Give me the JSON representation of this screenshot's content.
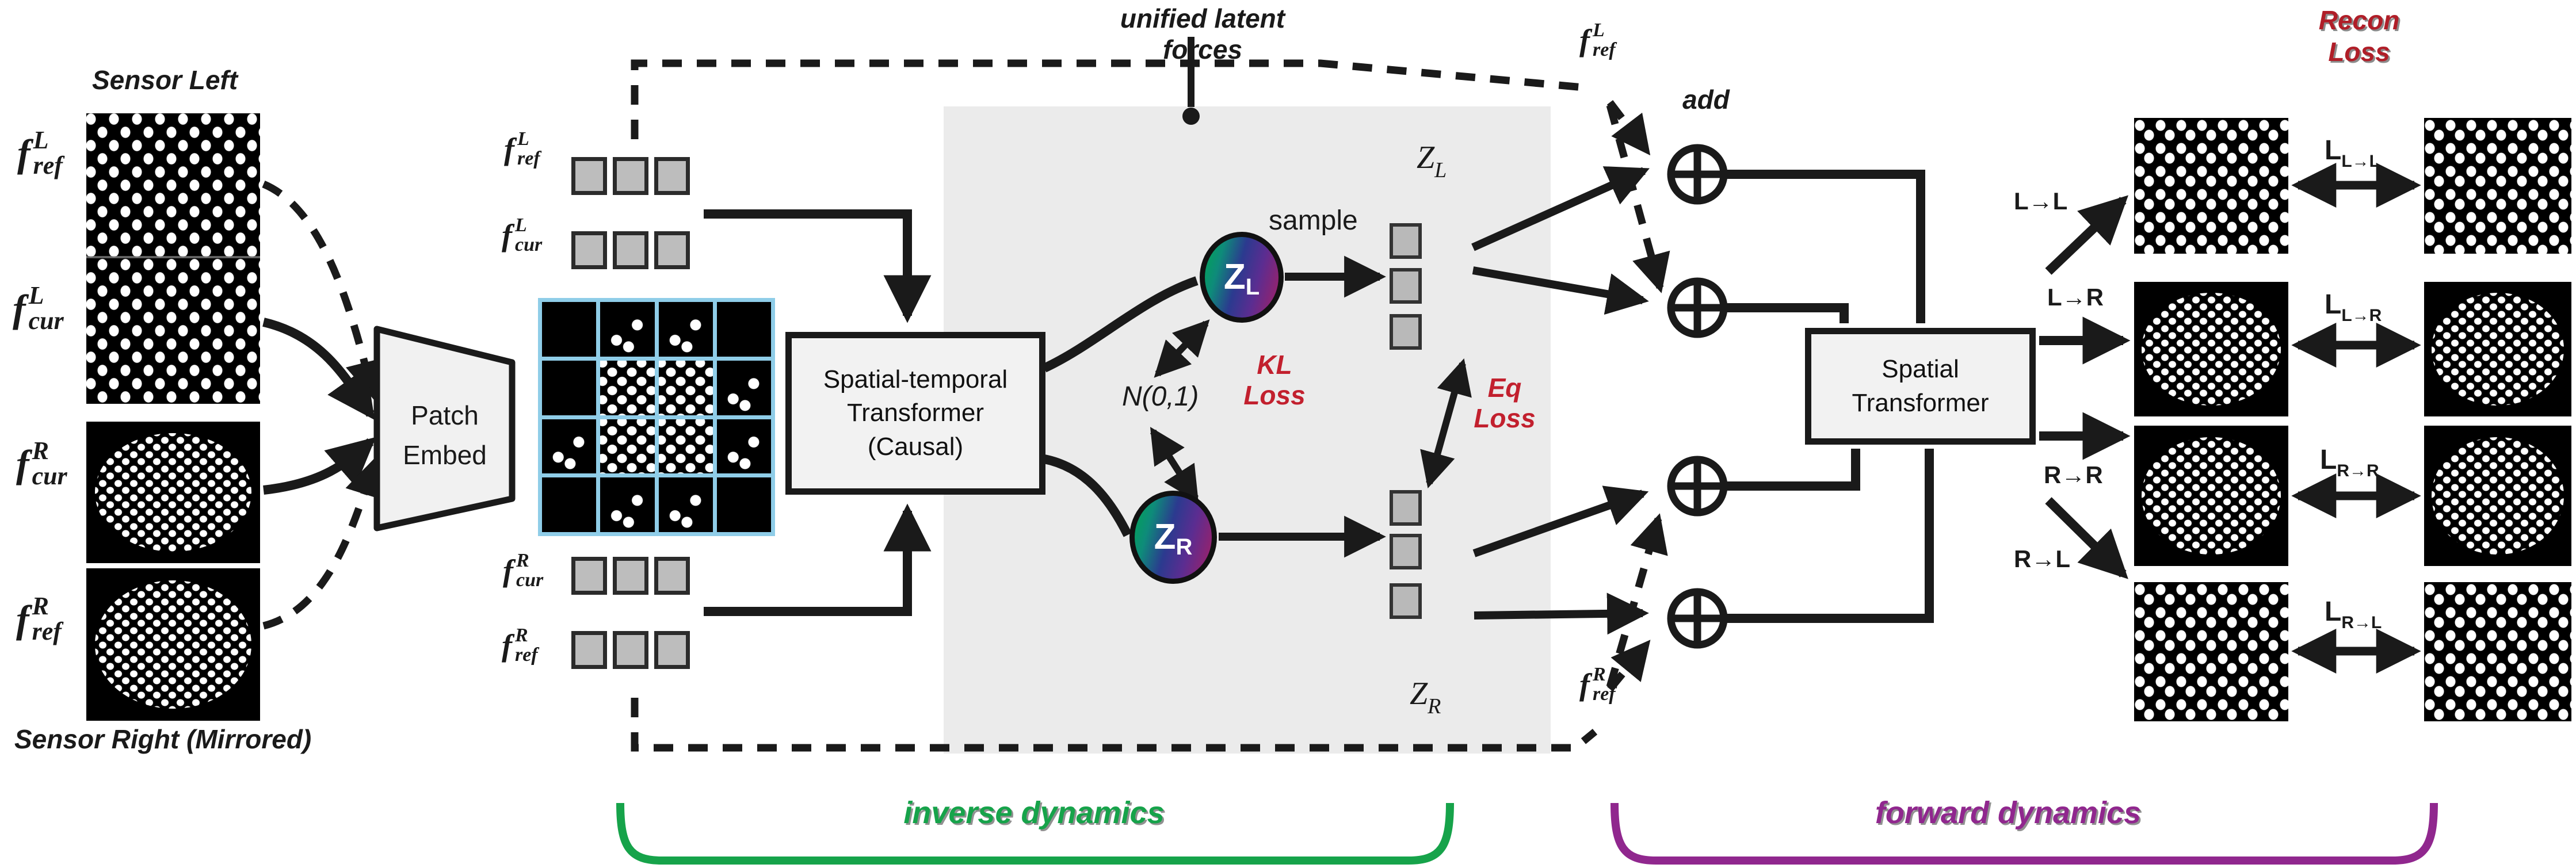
{
  "unified_label": "unified latent forces",
  "sensor": {
    "left": "Sensor Left",
    "right": "Sensor Right (Mirrored)"
  },
  "features": {
    "l_ref": {
      "base": "f",
      "sup": "L",
      "sub": "ref"
    },
    "l_cur": {
      "base": "f",
      "sup": "L",
      "sub": "cur"
    },
    "r_cur": {
      "base": "f",
      "sup": "R",
      "sub": "cur"
    },
    "r_ref": {
      "base": "f",
      "sup": "R",
      "sub": "ref"
    }
  },
  "patch_embed": {
    "l1": "Patch",
    "l2": "Embed"
  },
  "st_transformer": {
    "l1": "Spatial-temporal",
    "l2": "Transformer",
    "l3": "(Causal)"
  },
  "latent": {
    "zl": {
      "base": "Z",
      "sub": "L"
    },
    "zr": {
      "base": "Z",
      "sub": "R"
    },
    "sample": "sample",
    "prior": "N(0,1)",
    "kl": {
      "l1": "KL",
      "l2": "Loss"
    },
    "eq": {
      "l1": "Eq",
      "l2": "Loss"
    },
    "col_zl": {
      "base": "Z",
      "sub": "L"
    },
    "col_zr": {
      "base": "Z",
      "sub": "R"
    }
  },
  "add_label": "add",
  "spatial_transformer": {
    "l1": "Spatial",
    "l2": "Transformer"
  },
  "routes": {
    "ll": "L→L",
    "lr": "L→R",
    "rr": "R→R",
    "rl": "R→L"
  },
  "losses": {
    "ll": {
      "base": "L",
      "sub": "L→L"
    },
    "lr": {
      "base": "L",
      "sub": "L→R"
    },
    "rr": {
      "base": "L",
      "sub": "R→R"
    },
    "rl": {
      "base": "L",
      "sub": "R→L"
    }
  },
  "recon": {
    "l1": "Recon",
    "l2": "Loss"
  },
  "sections": {
    "inverse": "inverse dynamics",
    "forward": "forward dynamics"
  },
  "patch_grid": {
    "rows": 4,
    "cols": 4,
    "density": [
      [
        "e",
        "s",
        "s",
        "e"
      ],
      [
        "e",
        "d",
        "d",
        "s"
      ],
      [
        "s",
        "d",
        "d",
        "s"
      ],
      [
        "e",
        "s",
        "s",
        "e"
      ]
    ]
  },
  "colors": {
    "loss_red": "#c2202e",
    "recon_red": "#b01e28",
    "inverse_green": "#16a34a",
    "forward_purple": "#90278e",
    "patch_border_cyan": "#8fcde8",
    "latent_region_gray": "#ebebeb"
  }
}
